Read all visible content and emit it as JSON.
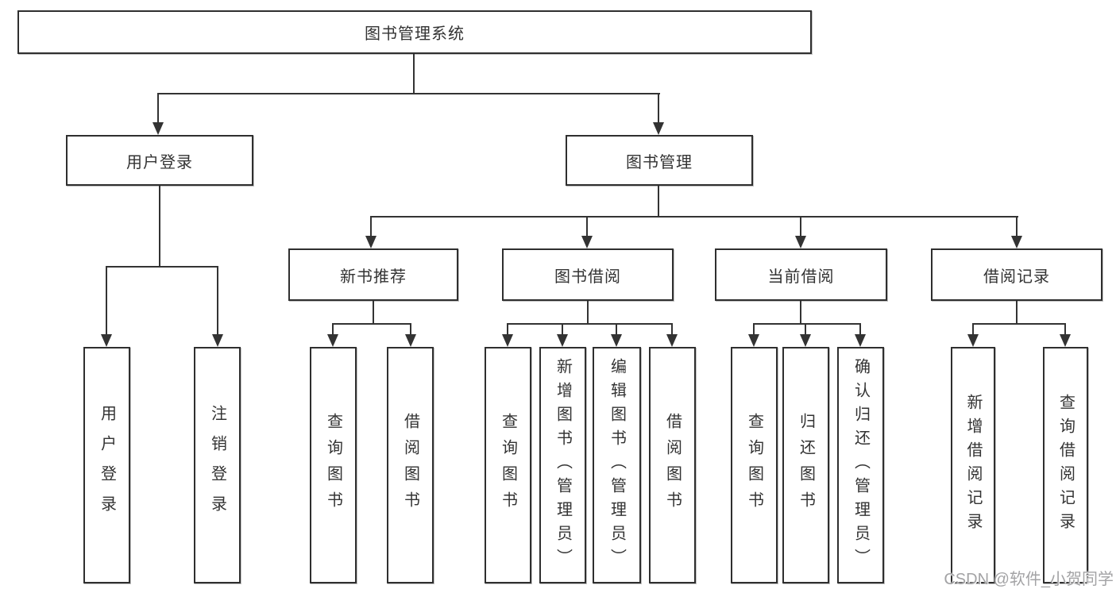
{
  "tree": {
    "root": {
      "label": "图书管理系统"
    },
    "branches": [
      {
        "label": "用户登录",
        "children": [
          {
            "label": "用户登录"
          },
          {
            "label": "注销登录"
          }
        ]
      },
      {
        "label": "图书管理",
        "children": [
          {
            "label": "新书推荐",
            "children": [
              {
                "label": "查询图书"
              },
              {
                "label": "借阅图书"
              }
            ]
          },
          {
            "label": "图书借阅",
            "children": [
              {
                "label": "查询图书"
              },
              {
                "label": "新增图书（管理员）"
              },
              {
                "label": "编辑图书（管理员）"
              },
              {
                "label": "借阅图书"
              }
            ]
          },
          {
            "label": "当前借阅",
            "children": [
              {
                "label": "查询图书"
              },
              {
                "label": "归还图书"
              },
              {
                "label": "确认归还（管理员）"
              }
            ]
          },
          {
            "label": "借阅记录",
            "children": [
              {
                "label": "新增借阅记录"
              },
              {
                "label": "查询借阅记录"
              }
            ]
          }
        ]
      }
    ]
  },
  "watermark": "CSDN @软件_小贺同学",
  "colors": {
    "line": "#333333",
    "node_border": "#2f2f2f",
    "text": "#333333",
    "watermark": "#a3a3a5",
    "background": "#ffffff"
  }
}
